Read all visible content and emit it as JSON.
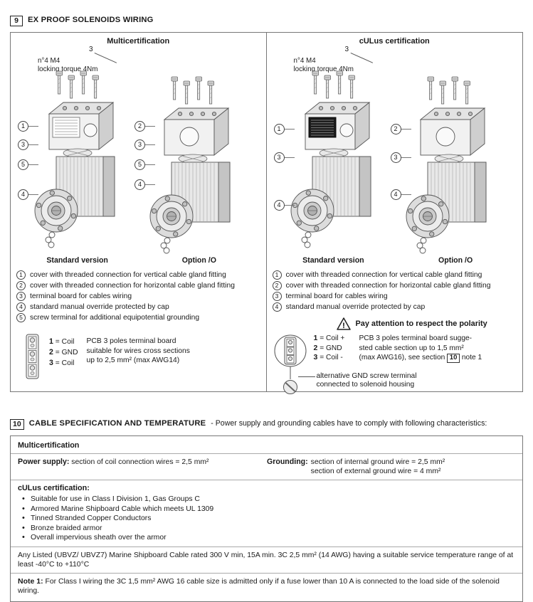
{
  "section9": {
    "number": "9",
    "title": "EX PROOF SOLENOIDS WIRING",
    "multicert": {
      "title": "Multicertification",
      "screw_callout": "3",
      "annotation_line1": "n°4 M4",
      "annotation_line2": "locking torque 4Nm",
      "standard_label": "Standard version",
      "option_label": "Option /O",
      "standard_callouts": [
        "1",
        "3",
        "5",
        "4"
      ],
      "option_callouts": [
        "2",
        "3",
        "5",
        "4"
      ],
      "legend": [
        {
          "num": "1",
          "text": "cover with threaded connection for vertical cable gland fitting"
        },
        {
          "num": "2",
          "text": "cover with threaded connection for horizontal cable gland fitting"
        },
        {
          "num": "3",
          "text": "terminal board for cables wiring"
        },
        {
          "num": "4",
          "text": "standard manual override protected by cap"
        },
        {
          "num": "5",
          "text": "screw terminal for additional equipotential grounding"
        }
      ],
      "terminal": {
        "rows": [
          {
            "num": "1",
            "val": "=  Coil"
          },
          {
            "num": "2",
            "val": "=  GND"
          },
          {
            "num": "3",
            "val": "=  Coil"
          }
        ],
        "desc_line1": "PCB 3 poles terminal board",
        "desc_line2": "suitable for wires cross sections",
        "desc_line3": "up to 2,5 mm² (max AWG14)"
      }
    },
    "culus": {
      "title": "cULus certification",
      "screw_callout": "3",
      "annotation_line1": "n°4 M4",
      "annotation_line2": "locking torque 4Nm",
      "standard_label": "Standard version",
      "option_label": "Option /O",
      "standard_callouts": [
        "1",
        "3",
        "4"
      ],
      "option_callouts": [
        "2",
        "3",
        "4"
      ],
      "legend": [
        {
          "num": "1",
          "text": "cover with threaded connection for vertical cable gland fitting"
        },
        {
          "num": "2",
          "text": "cover with threaded connection for horizontal cable gland fitting"
        },
        {
          "num": "3",
          "text": "terminal board for cables wiring"
        },
        {
          "num": "4",
          "text": "standard manual override protected by cap"
        }
      ],
      "polarity": {
        "title": "Pay attention to respect the polarity",
        "rows": [
          {
            "num": "1",
            "val": "=  Coil +",
            "desc_pre": "PCB 3 poles terminal board sugge-",
            "desc_box": "",
            "desc_post": ""
          },
          {
            "num": "2",
            "val": "=  GND",
            "desc_pre": "sted cable section up to 1,5 mm²",
            "desc_box": "",
            "desc_post": ""
          },
          {
            "num": "3",
            "val": "=  Coil -",
            "desc_pre": "(max AWG16), see section",
            "desc_box": "10",
            "desc_post": "note 1"
          }
        ],
        "alt_line1": "alternative GND screw terminal",
        "alt_line2": "connected to solenoid housing"
      }
    }
  },
  "section10": {
    "number": "10",
    "title": "CABLE SPECIFICATION AND TEMPERATURE",
    "subtitle": "- Power supply and grounding cables have to comply with following characteristics:",
    "multicert_title": "Multicertification",
    "power_label": "Power supply:",
    "power_value": "section of coil connection wires = 2,5 mm²",
    "grounding_label": "Grounding:",
    "grounding_value1": "section of internal ground wire =  2,5 mm²",
    "grounding_value2": "section of external ground wire = 4 mm²",
    "culus_title": "cULus certification:",
    "bullets": [
      "Suitable for use in Class I Division 1, Gas Groups C",
      "Armored Marine Shipboard Cable which meets UL 1309",
      "Tinned Stranded Copper Conductors",
      "Bronze braided armor",
      "Overall impervious sheath over the armor"
    ],
    "listed_text": "Any Listed (UBVZ/ UBVZ7) Marine Shipboard Cable rated 300 V min, 15A min.  3C 2,5 mm² (14 AWG) having a suitable service temperature range of at least -40°C to +110°C",
    "note_label": "Note 1:",
    "note_text": "For Class I wiring the 3C 1,5 mm² AWG 16 cable size is admitted only if a fuse lower than 10 A is connected to the load side of the solenoid wiring."
  }
}
